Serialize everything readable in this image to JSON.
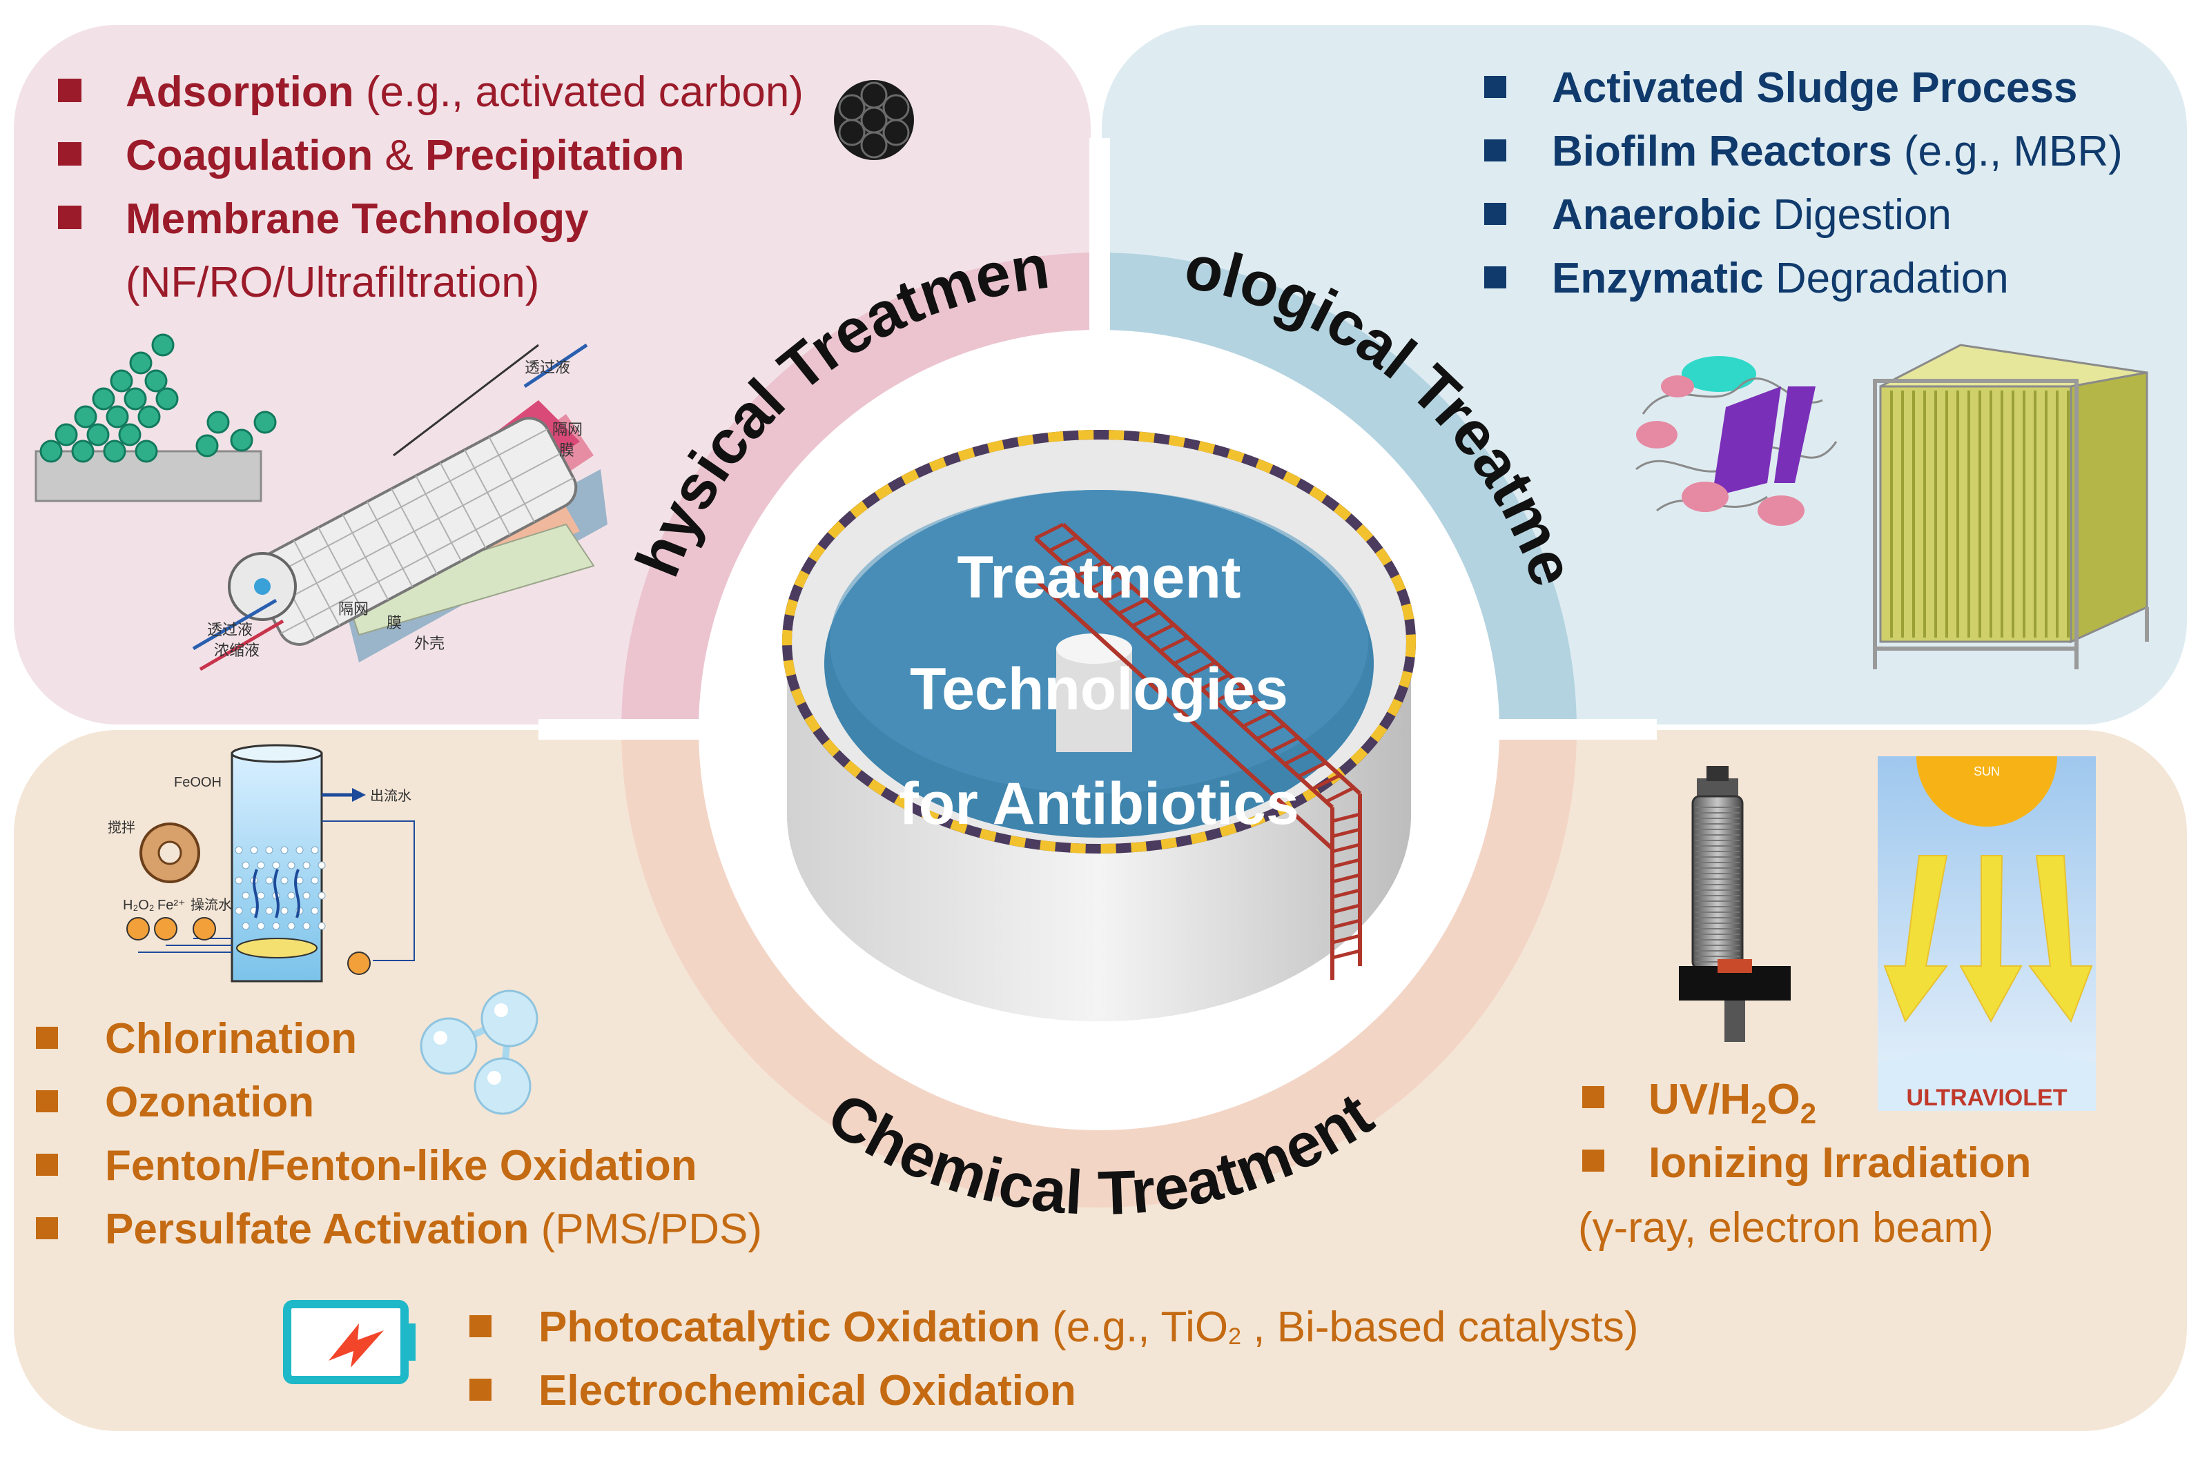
{
  "center_title": [
    "Treatment",
    "Technologies",
    "for Antibiotics"
  ],
  "sections": {
    "physical": {
      "title": "Physical Treatment",
      "items": [
        {
          "bold": "Adsorption",
          "rest": " (e.g., activated carbon)"
        },
        {
          "bold": "Coagulation",
          "amp": " & ",
          "bold2": "Precipitation"
        },
        {
          "bold": "Membrane Technology",
          "continuation": "(NF/RO/Ultrafiltration)"
        }
      ],
      "membrane_labels": [
        "透过液",
        "隔网",
        "膜",
        "隔网",
        "膜",
        "外壳",
        "透过液",
        "浓缩液"
      ]
    },
    "biological": {
      "title": "Biological Treatment",
      "items": [
        {
          "bold": "Activated Sludge Process",
          "rest": ""
        },
        {
          "bold": "Biofilm Reactors",
          "rest": " (e.g., MBR)"
        },
        {
          "bold": "Anaerobic",
          "rest": " Digestion"
        },
        {
          "bold": "Enzymatic",
          "rest": " Degradation"
        }
      ]
    },
    "chemical": {
      "title": "Chemical Treatment",
      "items_left": [
        {
          "bold": "Chlorination",
          "rest": ""
        },
        {
          "bold": "Ozonation",
          "rest": ""
        },
        {
          "bold": "Fenton/Fenton-like Oxidation",
          "rest": ""
        },
        {
          "bold": "Persulfate Activation",
          "rest": " (PMS/PDS)"
        }
      ],
      "items_right": [
        {
          "bold": "UV/H",
          "sub1": "2",
          "mid": "O",
          "sub2": "2"
        },
        {
          "bold": "Ionizing Irradiation",
          "continuation": "(γ-ray, electron beam)"
        }
      ],
      "items_bottom": [
        {
          "bold": "Photocatalytic Oxidation",
          "rest": " (e.g., TiO",
          "sub": "2",
          "rest2": "   , Bi-based catalysts)"
        },
        {
          "bold": "Electrochemical Oxidation",
          "rest": ""
        }
      ],
      "fenton_labels": {
        "feooh": "FeOOH",
        "outflow": "出流水",
        "stir": "搅拌",
        "h2o2": "H₂O₂",
        "fe": "Fe²⁺",
        "inflow": "操流水"
      },
      "uv_labels": {
        "sun": "SUN",
        "ultraviolet": "ULTRAVIOLET"
      }
    }
  },
  "colors": {
    "physical_bg": "#f2e2e7",
    "physical_arc": "#ecc4d0",
    "biological_bg": "#deecf2",
    "biological_arc": "#b3d3e0",
    "chemical_bg": "#f4e6d6",
    "chemical_arc": "#f3d5c6",
    "physical_text": "#9b1b2a",
    "biological_text": "#103a6c",
    "chemical_text": "#c46a12"
  }
}
